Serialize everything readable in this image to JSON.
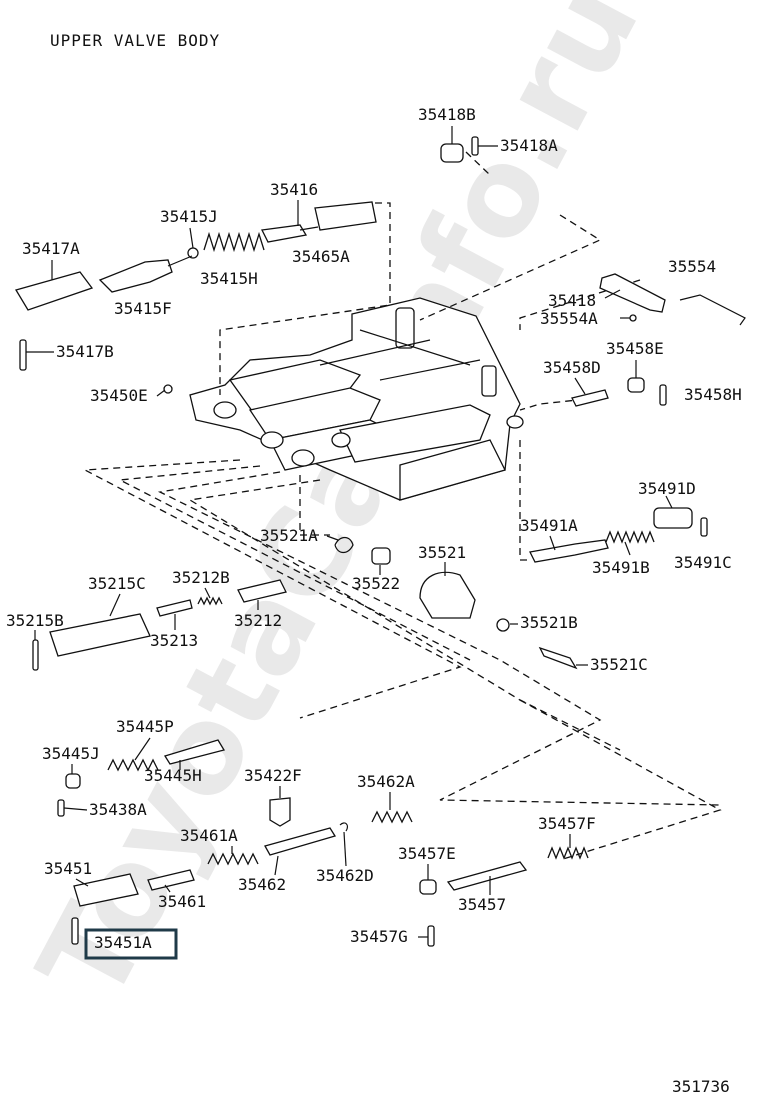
{
  "title": "UPPER VALVE BODY",
  "figure_id": "351736",
  "watermark": "ToyotaCarInfo.ru",
  "highlight_color": "#1f3a48",
  "labels": {
    "p35418B": "35418B",
    "p35418A": "35418A",
    "p35416": "35416",
    "p35415J": "35415J",
    "p35417A": "35417A",
    "p35415H": "35415H",
    "p35465A": "35465A",
    "p35415F": "35415F",
    "p35554": "35554",
    "p35418": "35418",
    "p35554A": "35554A",
    "p35417B": "35417B",
    "p35458E": "35458E",
    "p35458D": "35458D",
    "p35450E": "35450E",
    "p35458H": "35458H",
    "p35491D": "35491D",
    "p35491A": "35491A",
    "p35521A": "35521A",
    "p35521": "35521",
    "p35491B": "35491B",
    "p35491C": "35491C",
    "p35522": "35522",
    "p35215C": "35215C",
    "p35212B": "35212B",
    "p35215B": "35215B",
    "p35213": "35213",
    "p35212": "35212",
    "p35521B": "35521B",
    "p35521C": "35521C",
    "p35445P": "35445P",
    "p35445J": "35445J",
    "p35445H": "35445H",
    "p35422F": "35422F",
    "p35462A": "35462A",
    "p35438A": "35438A",
    "p35461A": "35461A",
    "p35457F": "35457F",
    "p35451": "35451",
    "p35457E": "35457E",
    "p35462": "35462",
    "p35462D": "35462D",
    "p35461": "35461",
    "p35457": "35457",
    "p35451A": "35451A",
    "p35457G": "35457G"
  }
}
